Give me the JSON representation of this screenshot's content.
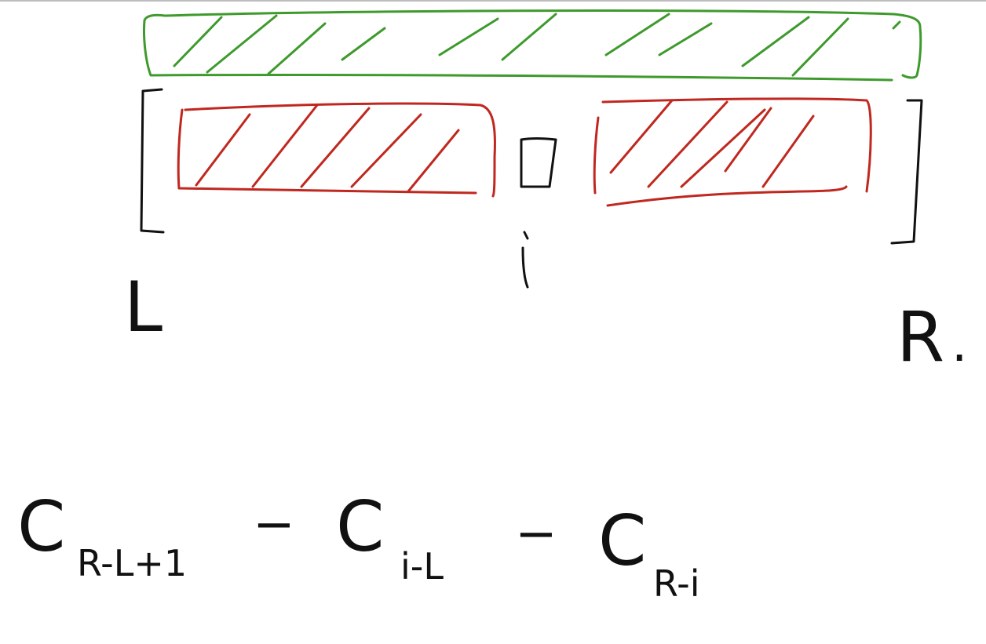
{
  "canvas": {
    "background": "#ffffff",
    "top_rule_color": "#bdbdbd"
  },
  "colors": {
    "green": "#3e9a2c",
    "red": "#c0281f",
    "ink": "#111111"
  },
  "labels": {
    "left": "L",
    "right": "R",
    "right_dot": ".",
    "index": "i"
  },
  "formula": {
    "term1_main": "C",
    "term1_sub": "R-L+1",
    "minus1": "−",
    "term2_main": "C",
    "term2_sub": "i-L",
    "minus2": "−",
    "term3_main": "C",
    "term3_sub": "R-i"
  }
}
